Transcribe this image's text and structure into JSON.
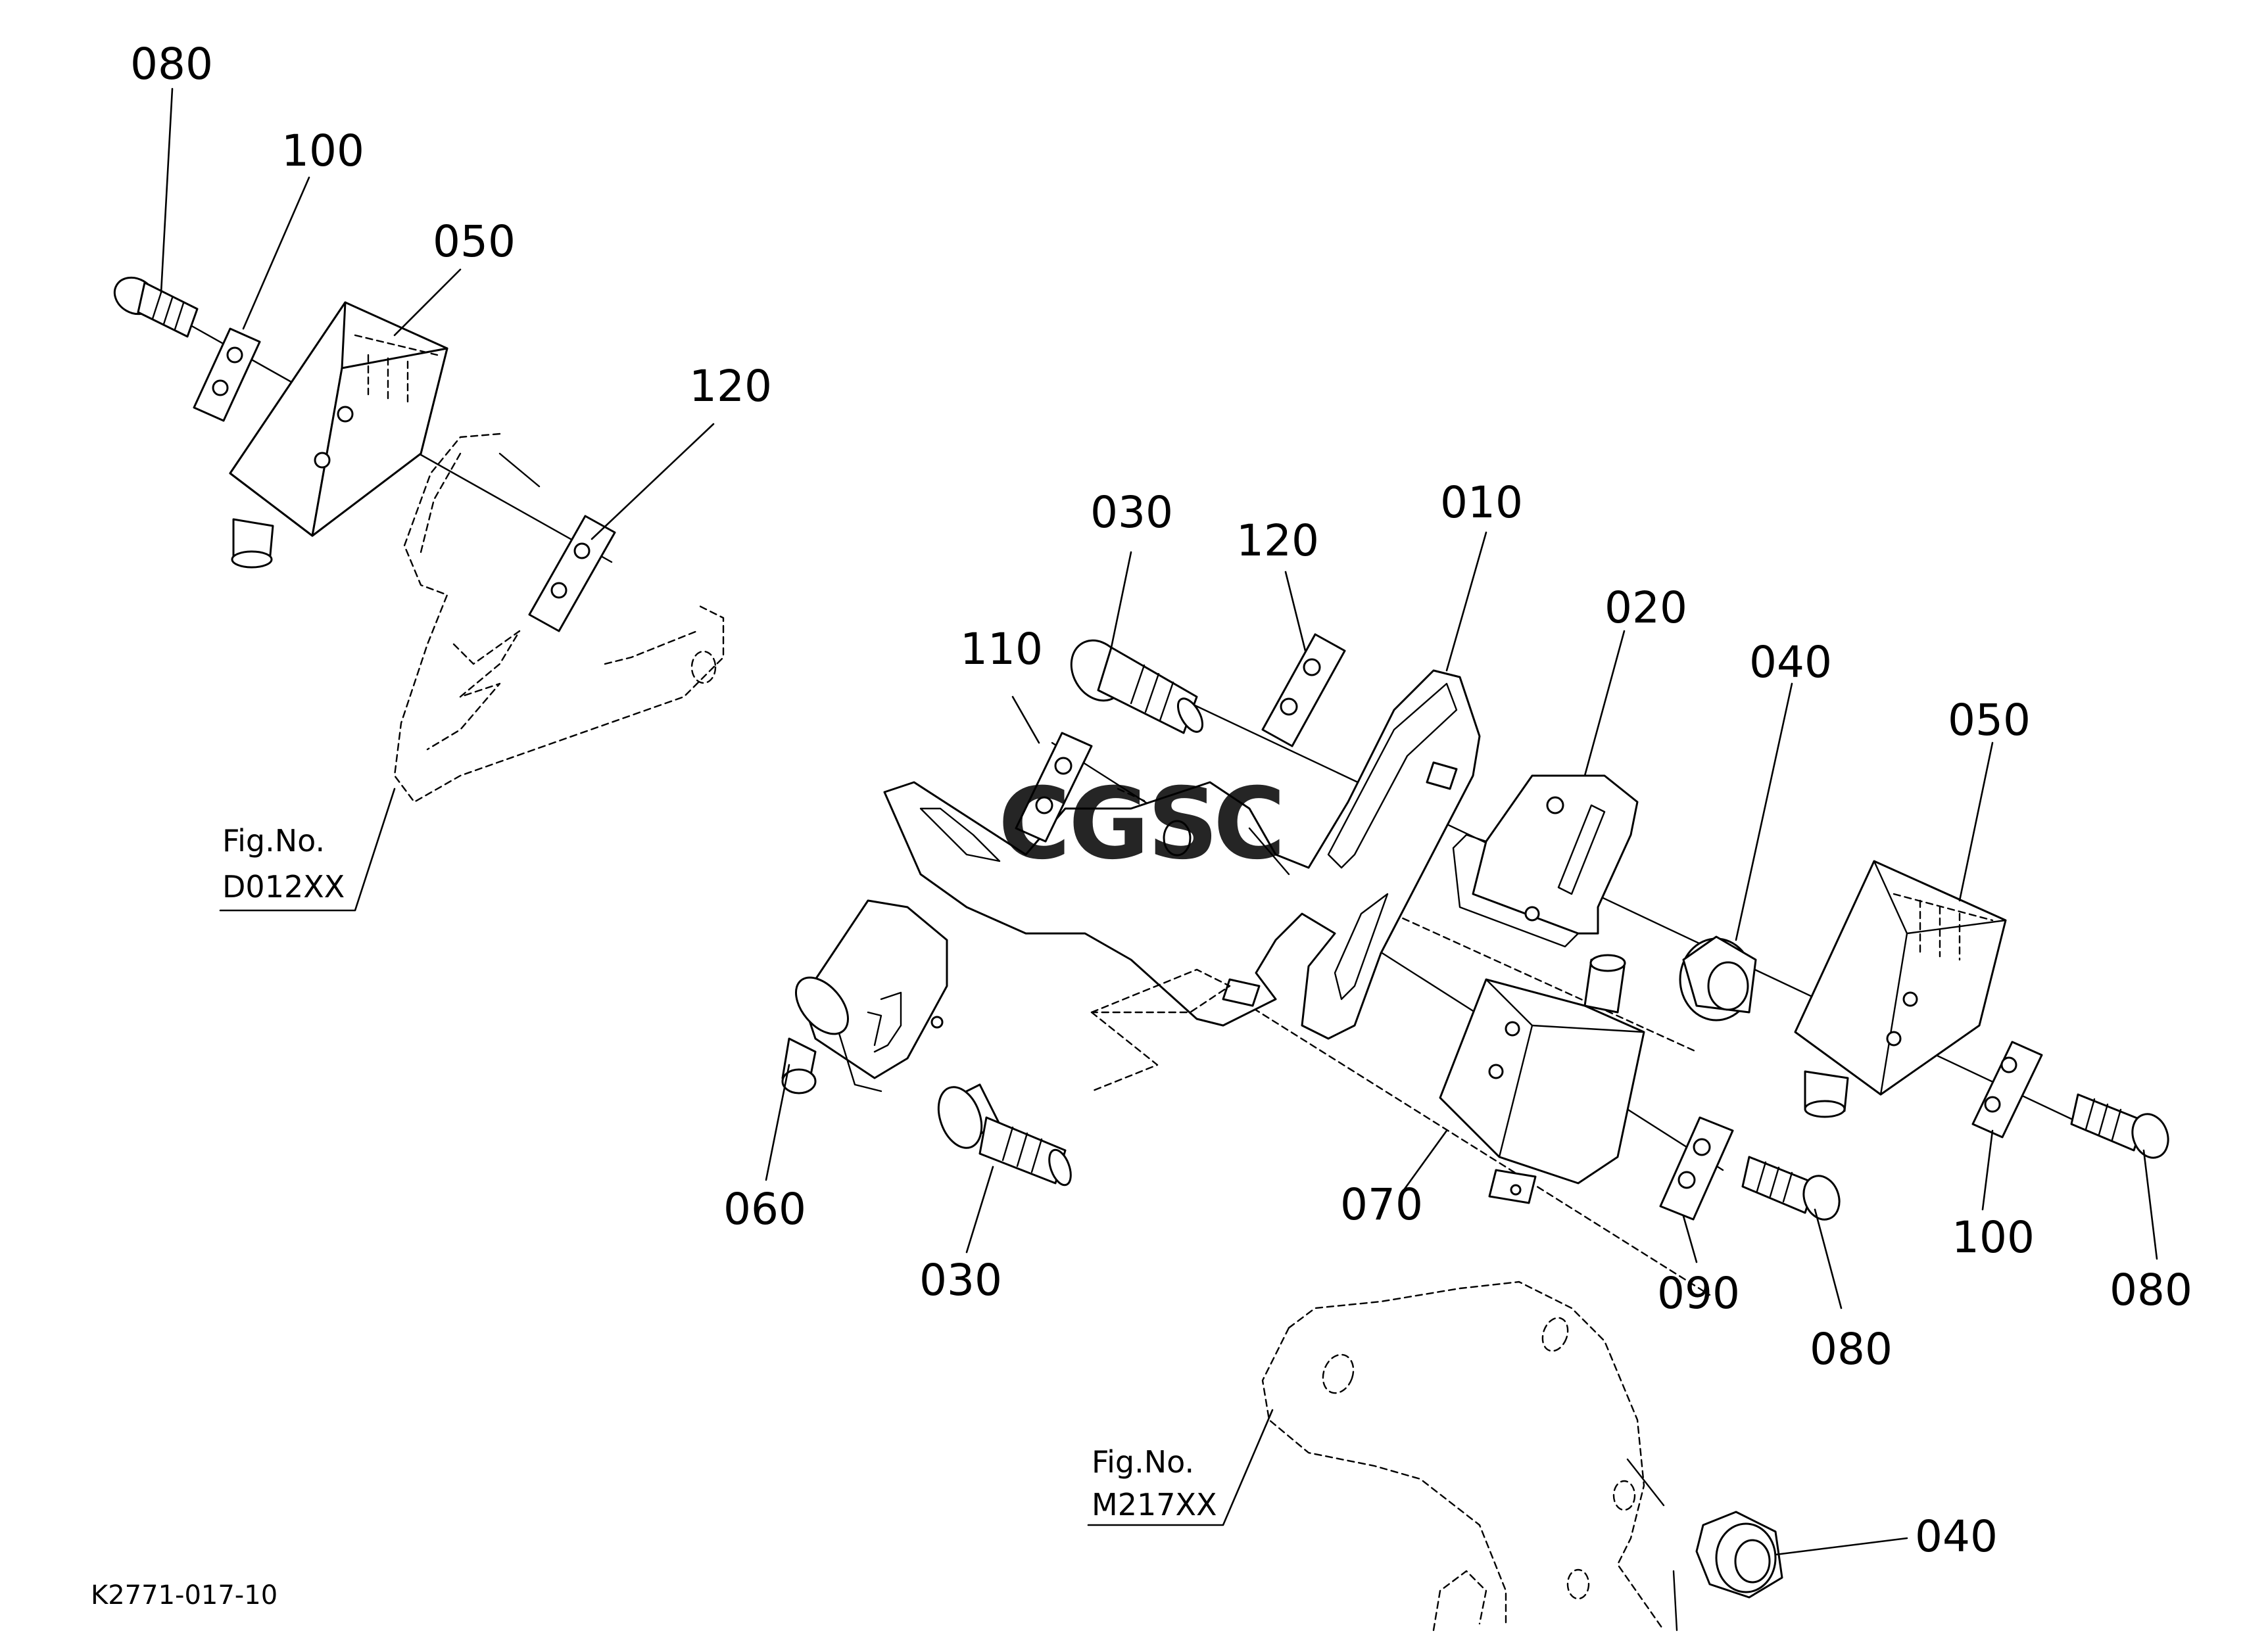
{
  "diagram_title": "",
  "part_labels": {
    "left_080": "080",
    "left_100": "100",
    "left_050": "050",
    "left_120": "120",
    "main_030_top": "030",
    "main_120": "120",
    "main_010": "010",
    "main_020": "020",
    "main_040_top": "040",
    "main_050": "050",
    "main_110": "110",
    "main_060": "060",
    "main_030_bottom": "030",
    "main_070": "070",
    "main_090": "090",
    "main_080_mid": "080",
    "main_100": "100",
    "main_080_right": "080",
    "main_040_bottom": "040"
  },
  "figure_refs": {
    "left": {
      "line1": "Fig.No.",
      "line2": "D012XX"
    },
    "bottom": {
      "line1": "Fig.No.",
      "line2": "M217XX"
    }
  },
  "drawing_code": "K2771-017-10",
  "watermark": {
    "letters": [
      "C",
      "G",
      "S",
      "C"
    ],
    "colors": [
      "#4f8ff0",
      "#ef6b5c",
      "#f6cc3a",
      "#3fae6b"
    ]
  }
}
